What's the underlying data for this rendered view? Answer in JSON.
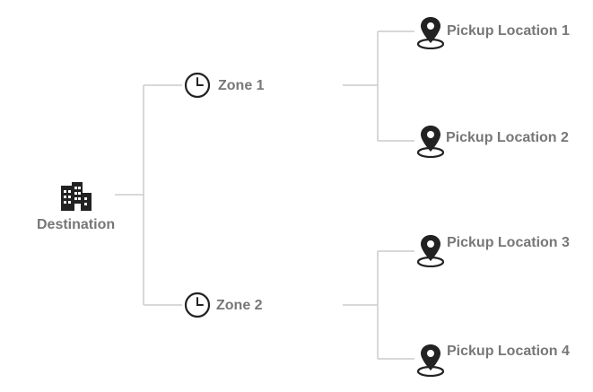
{
  "colors": {
    "connector": "#cccccc",
    "label": "#777777",
    "icon": "#222222",
    "background": "#ffffff"
  },
  "root": {
    "label": "Destination",
    "icon": "building-icon"
  },
  "zones": [
    {
      "label": "Zone 1",
      "icon": "clock-icon",
      "pickups": [
        {
          "label": "Pickup Location 1",
          "icon": "map-pin-icon"
        },
        {
          "label": "Pickup Location 2",
          "icon": "map-pin-icon"
        }
      ]
    },
    {
      "label": "Zone 2",
      "icon": "clock-icon",
      "pickups": [
        {
          "label": "Pickup Location 3",
          "icon": "map-pin-icon"
        },
        {
          "label": "Pickup Location 4",
          "icon": "map-pin-icon"
        }
      ]
    }
  ]
}
